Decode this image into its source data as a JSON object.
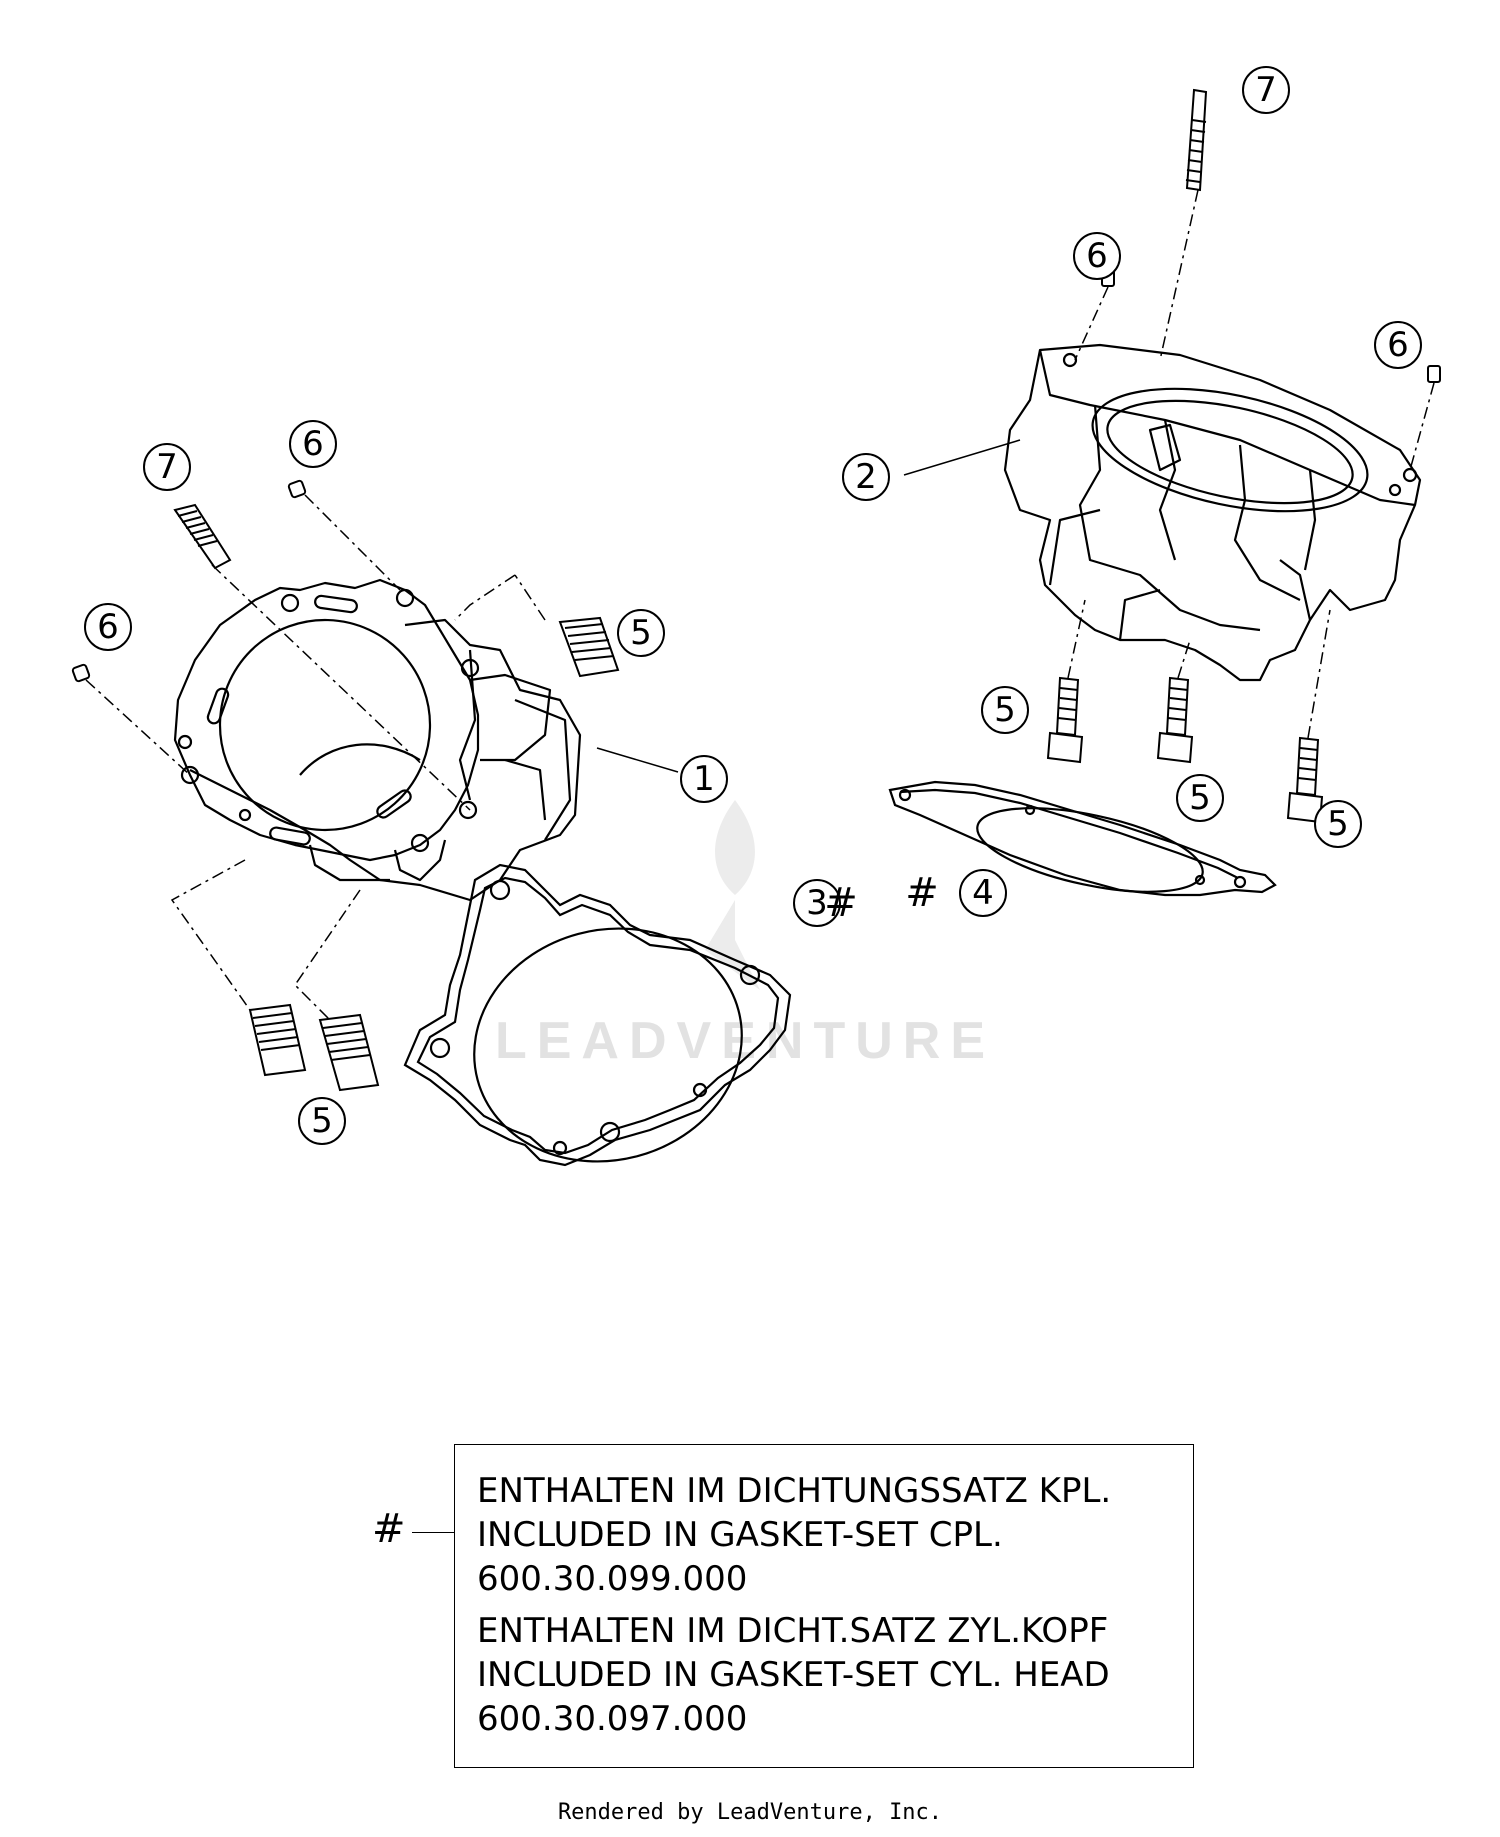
{
  "callouts": [
    {
      "id": "c1",
      "label": "1"
    },
    {
      "id": "c2",
      "label": "2"
    },
    {
      "id": "c3",
      "label": "3"
    },
    {
      "id": "c4",
      "label": "4"
    },
    {
      "id": "c5a",
      "label": "5"
    },
    {
      "id": "c5b",
      "label": "5"
    },
    {
      "id": "c5c",
      "label": "5"
    },
    {
      "id": "c5d",
      "label": "5"
    },
    {
      "id": "c5e",
      "label": "5"
    },
    {
      "id": "c6a",
      "label": "6"
    },
    {
      "id": "c6b",
      "label": "6"
    },
    {
      "id": "c6c",
      "label": "6"
    },
    {
      "id": "c6d",
      "label": "6"
    },
    {
      "id": "c7a",
      "label": "7"
    },
    {
      "id": "c7b",
      "label": "7"
    }
  ],
  "hash_marker": "#",
  "note": {
    "hash": "#",
    "lines": [
      "ENTHALTEN IM DICHTUNGSSATZ KPL.",
      "INCLUDED IN GASKET-SET CPL.",
      "600.30.099.000",
      "ENTHALTEN IM DICHT.SATZ ZYL.KOPF",
      "INCLUDED IN GASKET-SET CYL. HEAD",
      "600.30.097.000"
    ]
  },
  "watermark": "LEADVENTURE",
  "footer": "Rendered by LeadVenture, Inc."
}
